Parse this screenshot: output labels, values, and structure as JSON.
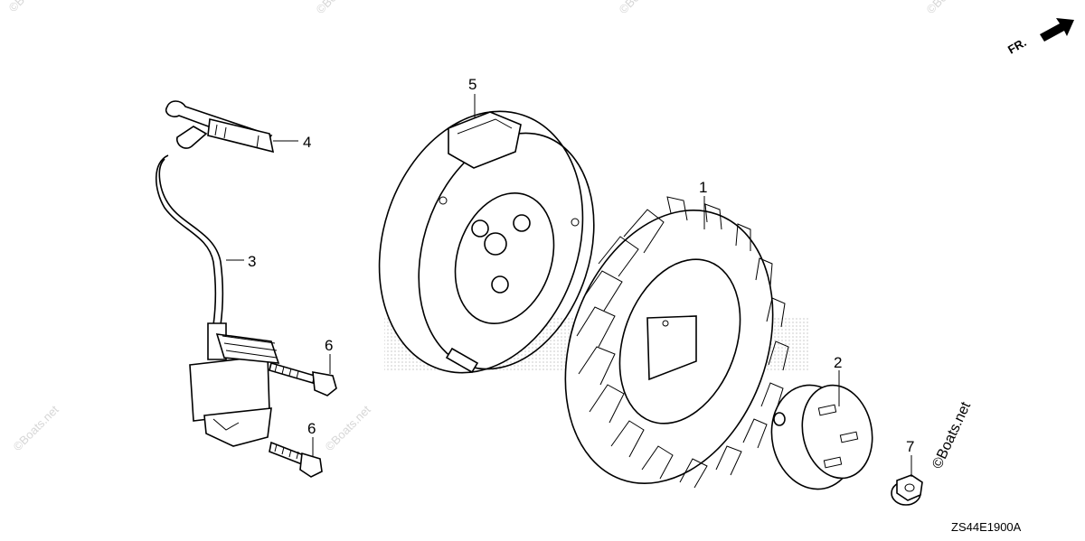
{
  "diagram": {
    "direction_label": "FR.",
    "reference_code": "ZS44E1900A",
    "watermark": "©Boats.net",
    "callouts": [
      "1",
      "2",
      "3",
      "4",
      "5",
      "6",
      "6",
      "7"
    ]
  }
}
